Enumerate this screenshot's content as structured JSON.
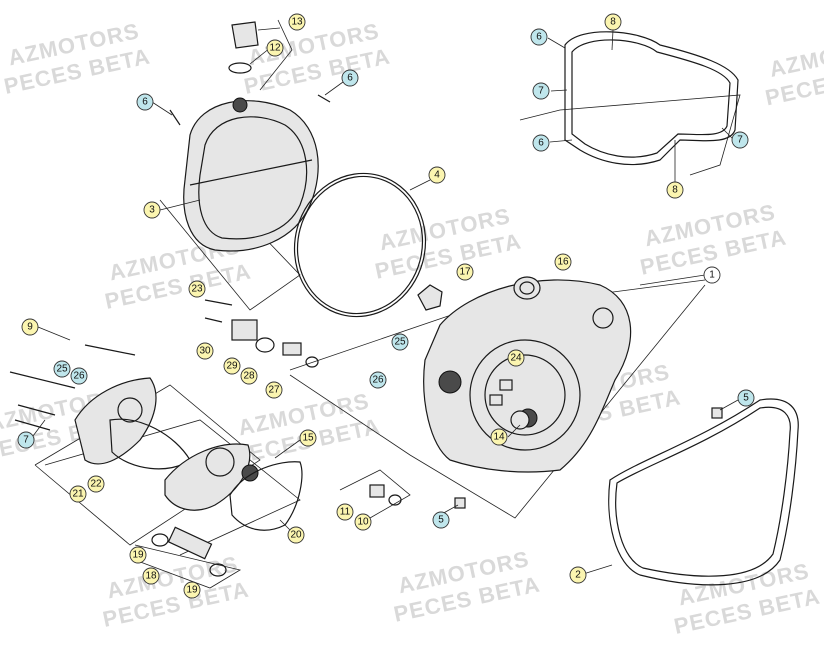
{
  "watermark": {
    "line1": "AZMOTORS",
    "line2": "PECES BETA"
  },
  "callouts": {
    "c1": "1",
    "c2": "2",
    "c3": "3",
    "c4": "4",
    "c5a": "5",
    "c5b": "5",
    "c6a": "6",
    "c6b": "6",
    "c6c": "6",
    "c6d": "6",
    "c7a": "7",
    "c7b": "7",
    "c7c": "7",
    "c8a": "8",
    "c8b": "8",
    "c9": "9",
    "c10": "10",
    "c11": "11",
    "c12": "12",
    "c13": "13",
    "c14": "14",
    "c15": "15",
    "c16": "16",
    "c17": "17",
    "c18": "18",
    "c19a": "19",
    "c19b": "19",
    "c20": "20",
    "c21": "21",
    "c22": "22",
    "c23": "23",
    "c24": "24",
    "c25a": "25",
    "c25b": "25",
    "c26a": "26",
    "c26b": "26",
    "c27": "27",
    "c28": "28",
    "c29": "29",
    "c30": "30"
  }
}
